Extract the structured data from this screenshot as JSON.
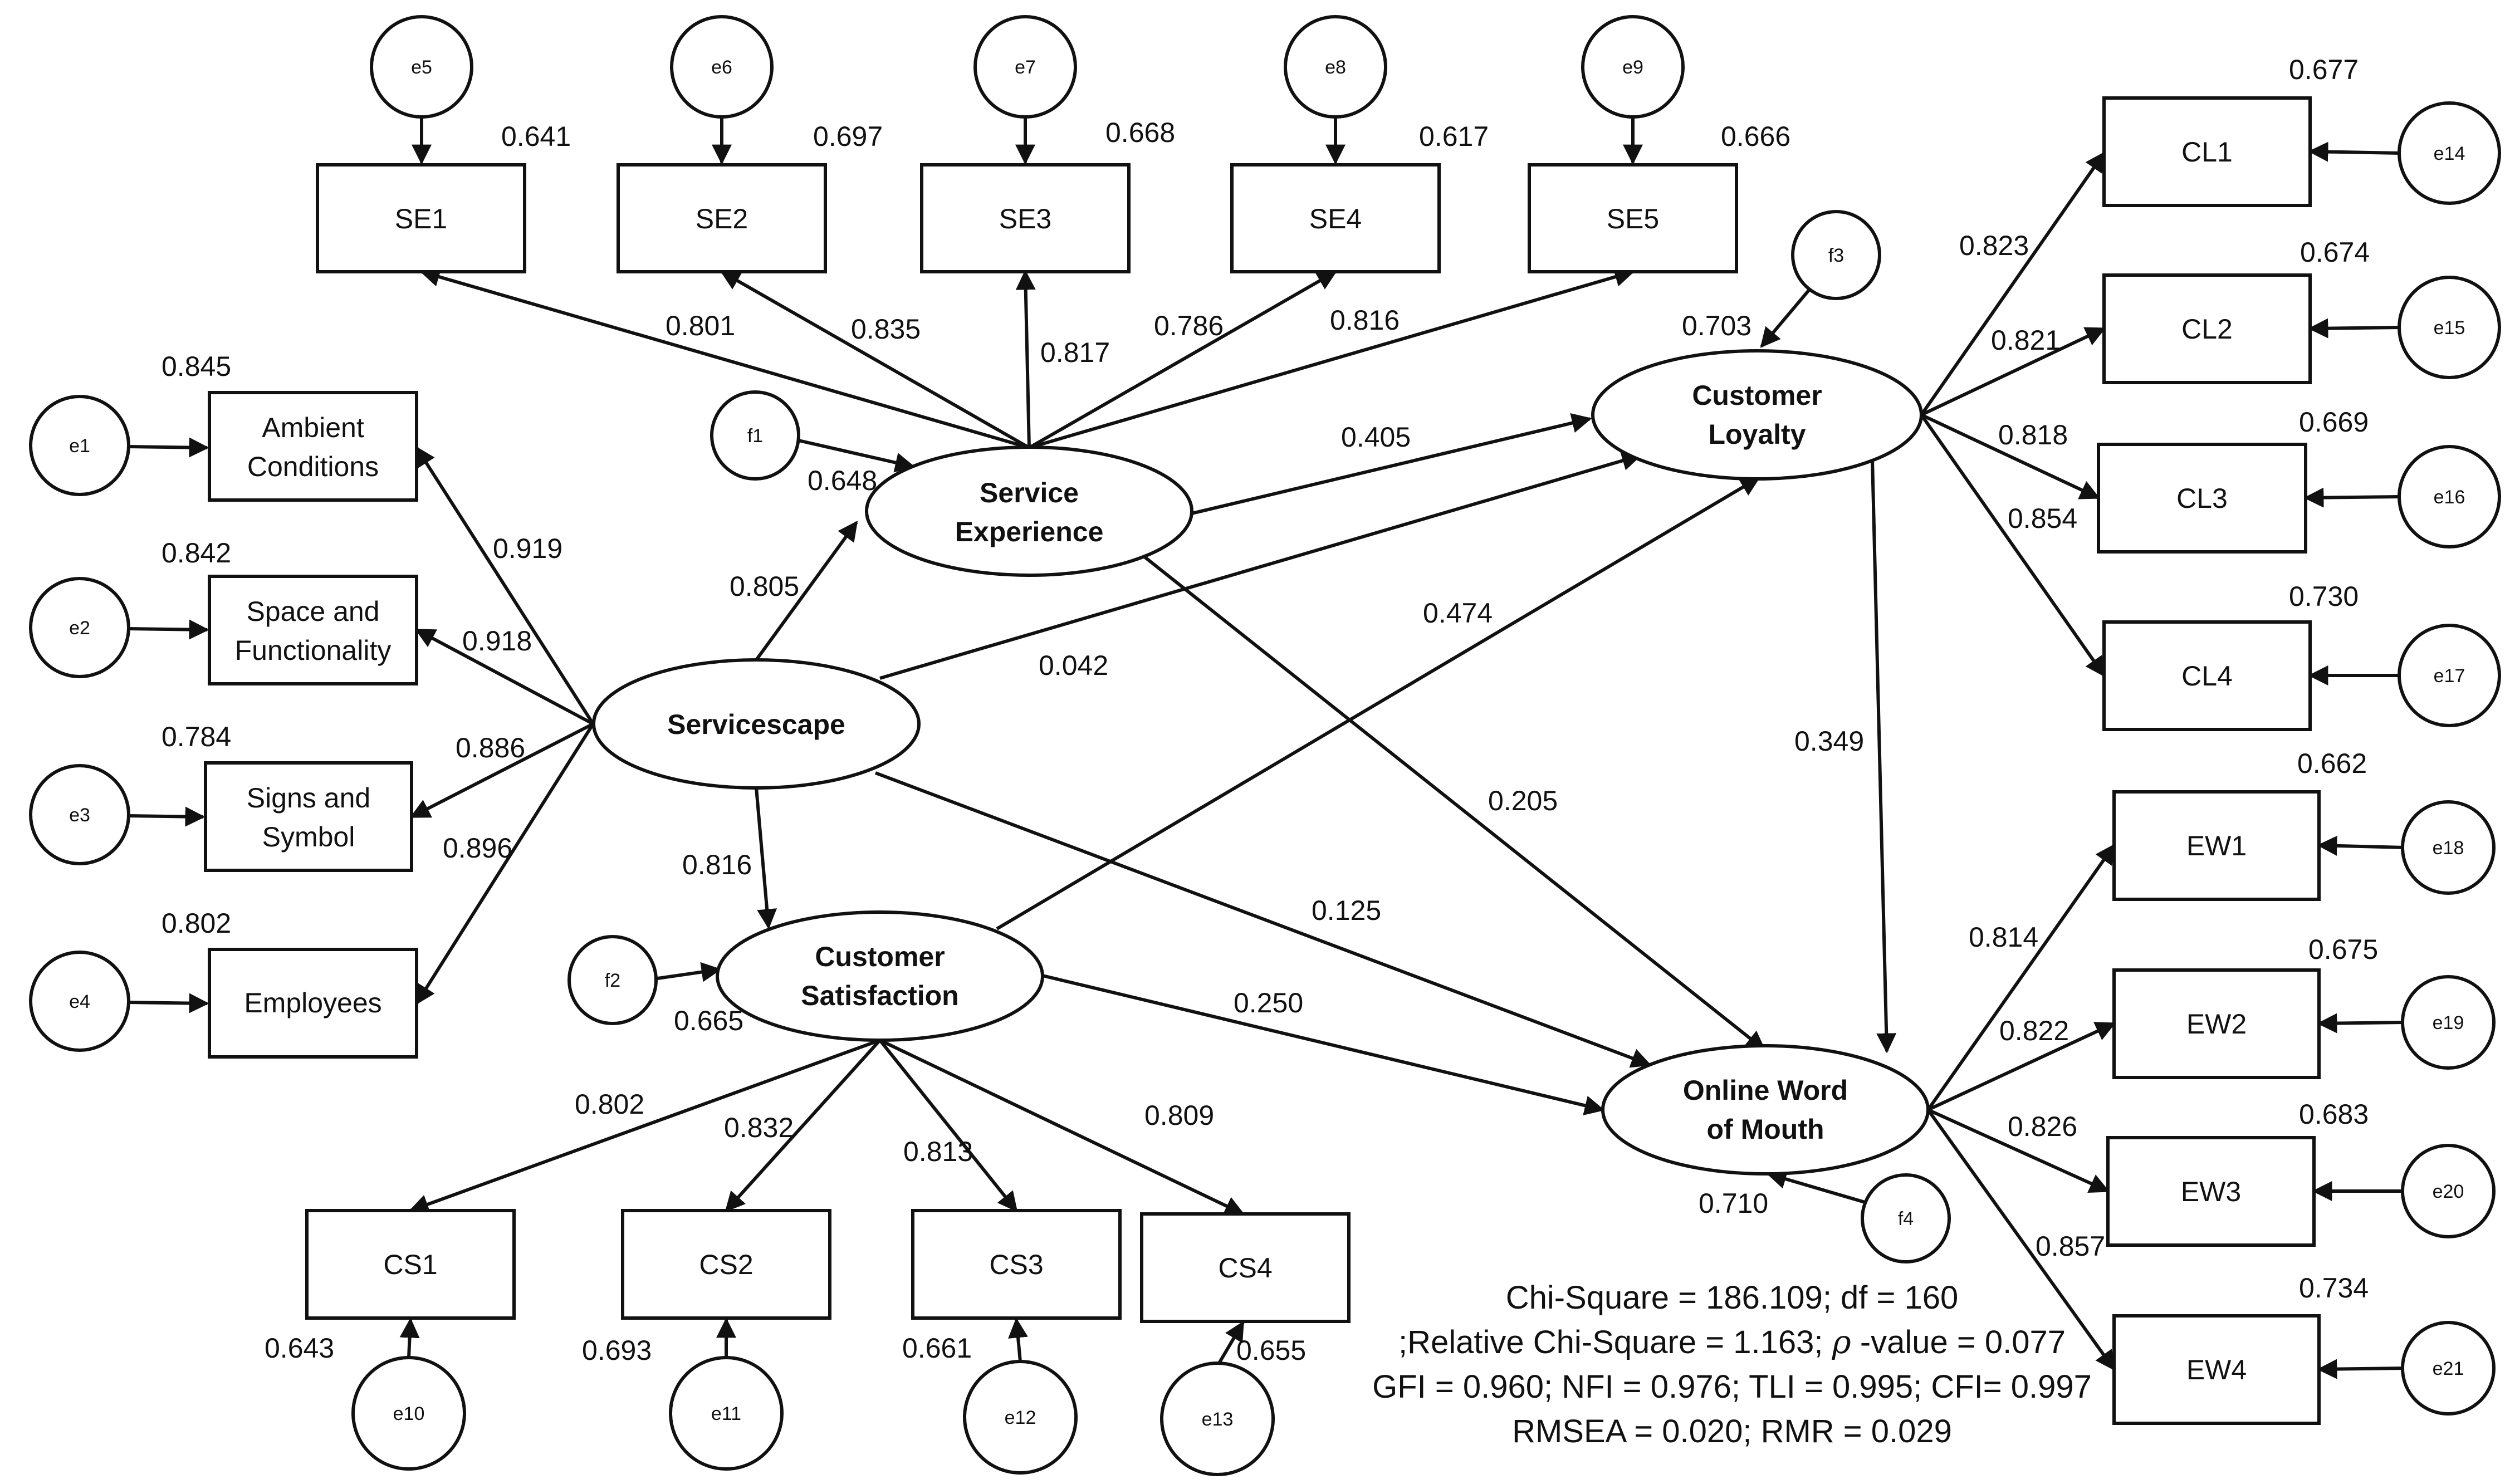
{
  "latent": {
    "servicescape": "Servicescape",
    "service_experience": [
      "Service",
      "Experience"
    ],
    "customer_satisfaction": [
      "Customer",
      "Satisfaction"
    ],
    "customer_loyalty": [
      "Customer",
      "Loyalty"
    ],
    "online_wom": [
      "Online Word",
      "of Mouth"
    ]
  },
  "indicators": {
    "ambient": [
      "Ambient",
      "Conditions"
    ],
    "space": [
      "Space and",
      "Functionality"
    ],
    "signs": [
      "Signs and",
      "Symbol"
    ],
    "employees": [
      "Employees"
    ],
    "se": [
      "SE1",
      "SE2",
      "SE3",
      "SE4",
      "SE5"
    ],
    "cs": [
      "CS1",
      "CS2",
      "CS3",
      "CS4"
    ],
    "cl": [
      "CL1",
      "CL2",
      "CL3",
      "CL4"
    ],
    "ew": [
      "EW1",
      "EW2",
      "EW3",
      "EW4"
    ]
  },
  "errors": {
    "e": [
      "e1",
      "e2",
      "e3",
      "e4",
      "e5",
      "e6",
      "e7",
      "e8",
      "e9",
      "e10",
      "e11",
      "e12",
      "e13",
      "e14",
      "e15",
      "e16",
      "e17",
      "e18",
      "e19",
      "e20",
      "e21"
    ],
    "f": [
      "f1",
      "f2",
      "f3",
      "f4"
    ]
  },
  "r2": {
    "ambient": "0.845",
    "space": "0.842",
    "signs": "0.784",
    "employees": "0.802",
    "se": [
      "0.641",
      "0.697",
      "0.668",
      "0.617",
      "0.666"
    ],
    "cs": [
      "0.643",
      "0.693",
      "0.661",
      "0.655"
    ],
    "cl": [
      "0.677",
      "0.674",
      "0.669",
      "0.730"
    ],
    "ew": [
      "0.662",
      "0.675",
      "0.683",
      "0.734"
    ],
    "service_experience": "0.648",
    "customer_satisfaction": "0.665",
    "customer_loyalty": "0.703",
    "online_wom": "0.710"
  },
  "loadings": {
    "servicescape": [
      "0.919",
      "0.918",
      "0.886",
      "0.896"
    ],
    "se": [
      "0.801",
      "0.835",
      "0.817",
      "0.786",
      "0.816"
    ],
    "cs": [
      "0.802",
      "0.832",
      "0.813",
      "0.809"
    ],
    "cl": [
      "0.823",
      "0.821",
      "0.818",
      "0.854"
    ],
    "ew": [
      "0.814",
      "0.822",
      "0.826",
      "0.857"
    ]
  },
  "paths": {
    "servicescape_to_service_experience": "0.805",
    "servicescape_to_customer_satisfaction": "0.816",
    "servicescape_to_customer_loyalty": "0.042",
    "servicescape_to_online_wom": "0.125",
    "service_experience_to_customer_loyalty": "0.405",
    "service_experience_to_online_wom": "0.205",
    "customer_satisfaction_to_customer_loyalty": "0.474",
    "customer_satisfaction_to_online_wom": "0.250",
    "customer_loyalty_to_online_wom": "0.349"
  },
  "fit": {
    "line1": "Chi-Square = 186.109; df = 160",
    "line2_prefix": ";Relative Chi-Square = 1.163; ",
    "line2_rho": "ρ",
    "line2_suffix": " -value = 0.077",
    "line3": "GFI = 0.960; NFI = 0.976; TLI = 0.995; CFI= 0.997",
    "line4": "RMSEA = 0.020; RMR = 0.029"
  }
}
